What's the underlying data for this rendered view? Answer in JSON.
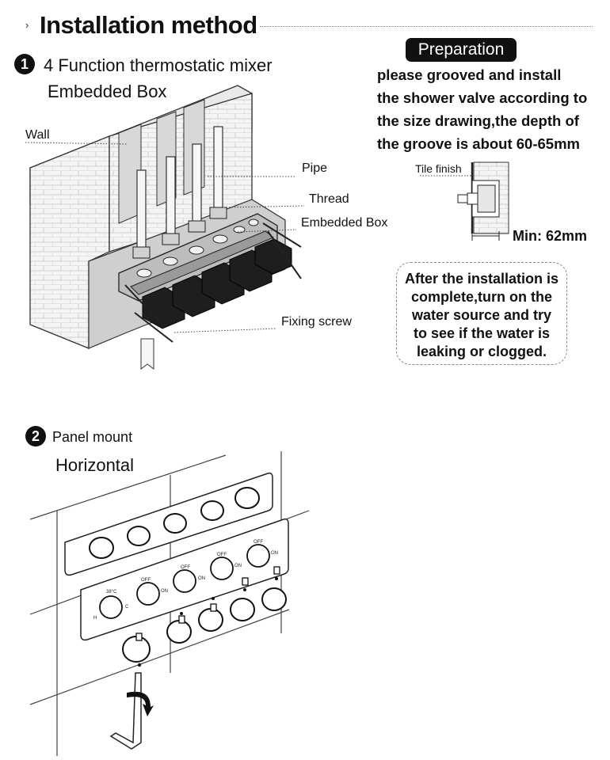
{
  "header": {
    "title": "Installation method"
  },
  "step1": {
    "number": "1",
    "title": "4 Function thermostatic mixer",
    "subtitle": "Embedded Box",
    "labels": {
      "wall": "Wall",
      "pipe": "Pipe",
      "thread": "Thread",
      "embedded_box": "Embedded Box",
      "fixing_screw": "Fixing screw"
    }
  },
  "preparation": {
    "badge": "Preparation",
    "lines": [
      "please grooved and install",
      "the shower valve according to",
      "the size drawing,the depth of",
      "the groove is about 60-65mm"
    ],
    "tile_finish": "Tile finish",
    "min_depth": "Min: 62mm"
  },
  "note": {
    "lines": [
      "After the installation is",
      "complete,turn on the",
      "water source and try",
      "to see if the water is",
      "leaking or clogged."
    ]
  },
  "step2": {
    "number": "2",
    "title": "Panel mount",
    "subtitle": "Horizontal",
    "panel_labels": {
      "off": "OFF",
      "on": "ON",
      "hot": "H",
      "cold": "C",
      "temp": "38°C"
    }
  }
}
